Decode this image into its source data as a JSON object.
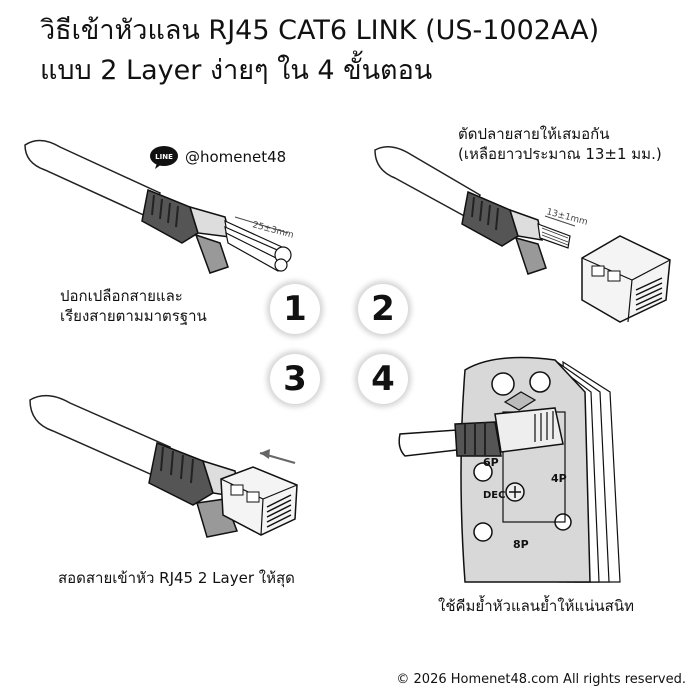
{
  "title": {
    "line1": "วิธีเข้าหัวแลน RJ45 CAT6 LINK (US-1002AA)",
    "line2": "แบบ 2 Layer ง่ายๆ ใน 4 ขั้นตอน"
  },
  "brand": {
    "line_icon_text": "LINE",
    "handle": "@homenet48"
  },
  "steps": {
    "s1": "1",
    "s2": "2",
    "s3": "3",
    "s4": "4"
  },
  "captions": {
    "step1_line1": "ปอกเปลือกสายและ",
    "step1_line2": "เรียงสายตามมาตรฐาน",
    "step2_line1": "ตัดปลายสายให้เสมอกัน",
    "step2_line2": "(เหลือยาวประมาณ 13±1 มม.)",
    "step3": "สอดสายเข้าหัว RJ45 2 Layer ให้สุด",
    "step4": "ใช้คีมย้ำหัวแลนย้ำให้แน่นสนิท"
  },
  "drawing_labels": {
    "measure1": "25±3mm",
    "measure2": "13±1mm",
    "die_6p": "6P",
    "die_dec": "DEC",
    "die_4p": "4P",
    "die_8p": "8P"
  },
  "footer": "© 2026 Homenet48.com All rights reserved."
}
